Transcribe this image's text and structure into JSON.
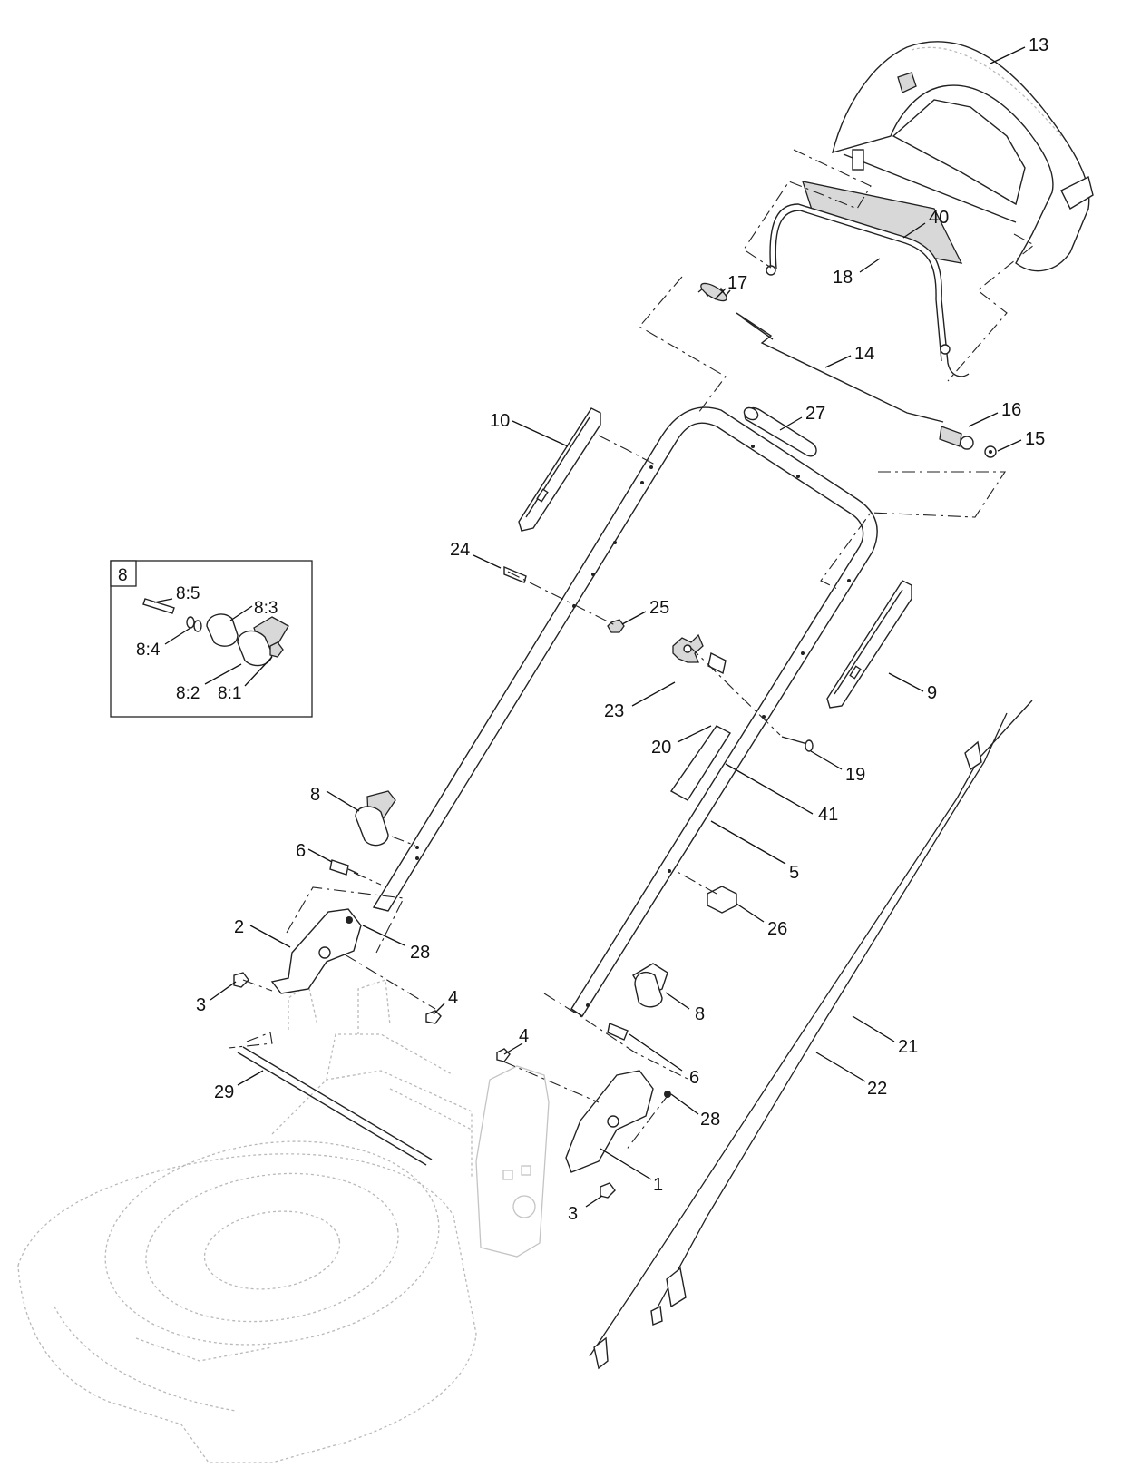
{
  "callouts": [
    {
      "id": "c13",
      "text": "13"
    },
    {
      "id": "c40",
      "text": "40"
    },
    {
      "id": "c18",
      "text": "18"
    },
    {
      "id": "c17",
      "text": "17"
    },
    {
      "id": "c14",
      "text": "14"
    },
    {
      "id": "c27",
      "text": "27"
    },
    {
      "id": "c16",
      "text": "16"
    },
    {
      "id": "c15",
      "text": "15"
    },
    {
      "id": "c10",
      "text": "10"
    },
    {
      "id": "c24",
      "text": "24"
    },
    {
      "id": "c25",
      "text": "25"
    },
    {
      "id": "c9",
      "text": "9"
    },
    {
      "id": "c23",
      "text": "23"
    },
    {
      "id": "c20",
      "text": "20"
    },
    {
      "id": "c19",
      "text": "19"
    },
    {
      "id": "c41",
      "text": "41"
    },
    {
      "id": "c8a",
      "text": "8"
    },
    {
      "id": "c6a",
      "text": "6"
    },
    {
      "id": "c5",
      "text": "5"
    },
    {
      "id": "c2",
      "text": "2"
    },
    {
      "id": "c28a",
      "text": "28"
    },
    {
      "id": "c26",
      "text": "26"
    },
    {
      "id": "c3a",
      "text": "3"
    },
    {
      "id": "c4a",
      "text": "4"
    },
    {
      "id": "c8b",
      "text": "8"
    },
    {
      "id": "c21",
      "text": "21"
    },
    {
      "id": "c4b",
      "text": "4"
    },
    {
      "id": "c6b",
      "text": "6"
    },
    {
      "id": "c29",
      "text": "29"
    },
    {
      "id": "c28b",
      "text": "28"
    },
    {
      "id": "c22",
      "text": "22"
    },
    {
      "id": "c1",
      "text": "1"
    },
    {
      "id": "c3b",
      "text": "3"
    }
  ],
  "inset": {
    "tag": "8",
    "labels": [
      "8:5",
      "8:3",
      "8:4",
      "8:2",
      "8:1"
    ]
  }
}
